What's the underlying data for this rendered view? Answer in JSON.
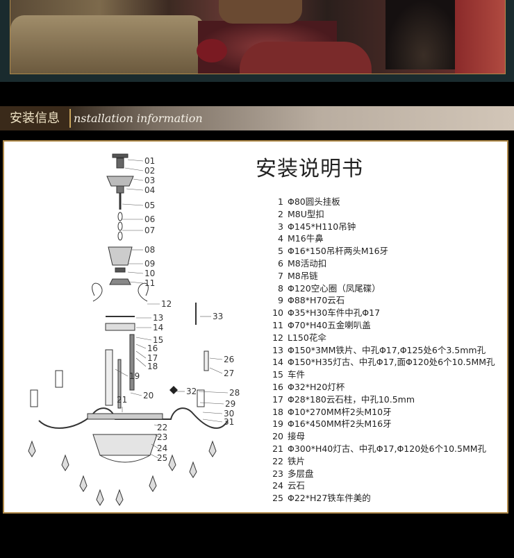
{
  "banner": {
    "title_cn": "安装信息",
    "title_en": "nstallation information"
  },
  "manual": {
    "title": "安装说明书"
  },
  "parts": [
    {
      "num": "1",
      "desc": "Φ80圆头挂板"
    },
    {
      "num": "2",
      "desc": "M8U型扣"
    },
    {
      "num": "3",
      "desc": "Φ145*H110吊钟"
    },
    {
      "num": "4",
      "desc": "M16牛鼻"
    },
    {
      "num": "5",
      "desc": "Φ16*150吊杆两头M16牙"
    },
    {
      "num": "6",
      "desc": "M8活动扣"
    },
    {
      "num": "7",
      "desc": "M8吊链"
    },
    {
      "num": "8",
      "desc": "Φ120空心圈（凤尾碟）"
    },
    {
      "num": "9",
      "desc": "Φ88*H70云石"
    },
    {
      "num": "10",
      "desc": "Φ35*H30车件中孔Φ17"
    },
    {
      "num": "11",
      "desc": "Φ70*H40五金喇叭盖"
    },
    {
      "num": "12",
      "desc": "L150花伞"
    },
    {
      "num": "13",
      "desc": "Φ150*3MM铁片、中孔Φ17,Φ125处6个3.5mm孔"
    },
    {
      "num": "14",
      "desc": "Φ150*H35灯古、中孔Φ17,面Φ120处6个10.5MM孔"
    },
    {
      "num": "15",
      "desc": "车件"
    },
    {
      "num": "16",
      "desc": "Φ32*H20灯杯"
    },
    {
      "num": "17",
      "desc": "Φ28*180云石柱，中孔10.5mm"
    },
    {
      "num": "18",
      "desc": "Φ10*270MM杆2头M10牙"
    },
    {
      "num": "19",
      "desc": "Φ16*450MM杆2头M16牙"
    },
    {
      "num": "20",
      "desc": "接母"
    },
    {
      "num": "21",
      "desc": "Φ300*H40灯古、中孔Φ17,Φ120处6个10.5MM孔"
    },
    {
      "num": "22",
      "desc": "铁片"
    },
    {
      "num": "23",
      "desc": "多层盘"
    },
    {
      "num": "24",
      "desc": "云石"
    },
    {
      "num": "25",
      "desc": "Φ22*H27铁车件美的"
    }
  ],
  "callouts": [
    "01",
    "02",
    "03",
    "04",
    "05",
    "06",
    "07",
    "08",
    "09",
    "10",
    "11",
    "12",
    "13",
    "14",
    "15",
    "16",
    "17",
    "18",
    "19",
    "20",
    "21",
    "22",
    "23",
    "24",
    "25",
    "26",
    "27",
    "28",
    "29",
    "30",
    "31",
    "32",
    "33"
  ]
}
